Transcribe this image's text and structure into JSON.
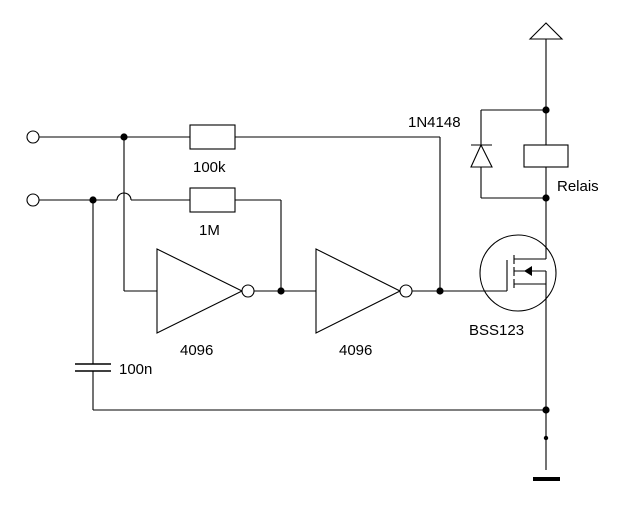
{
  "labels": {
    "r1": "100k",
    "r2": "1M",
    "inv1": "4096",
    "inv2": "4096",
    "capacitor": "100n",
    "diode": "1N4148",
    "relay": "Relais",
    "mosfet": "BSS123"
  }
}
